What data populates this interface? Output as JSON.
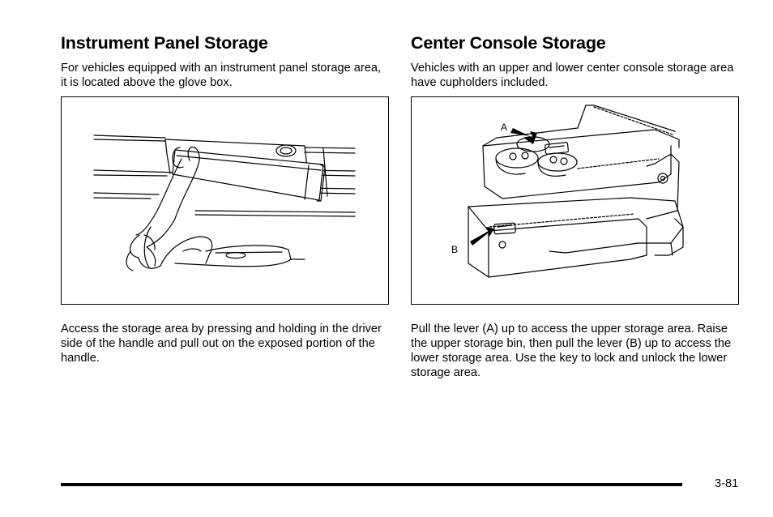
{
  "left": {
    "heading": "Instrument Panel Storage",
    "intro": "For vehicles equipped with an instrument panel storage area, it is located above the glove box.",
    "body": "Access the storage area by pressing and holding in the driver side of the handle and pull out on the exposed portion of the handle."
  },
  "right": {
    "heading": "Center Console Storage",
    "intro": "Vehicles with an upper and lower center console storage area have cupholders included.",
    "body": "Pull the lever (A) up to access the upper storage area. Raise the upper storage bin, then pull the lever (B) up to access the lower storage area. Use the key to lock and unlock the lower storage area.",
    "figure_labels": {
      "a": "A",
      "b": "B"
    }
  },
  "footer": {
    "page_number": "3-81"
  },
  "icons": {
    "left_figure": "hand-pressing-storage-handle-illustration",
    "right_figure": "center-console-illustration"
  }
}
